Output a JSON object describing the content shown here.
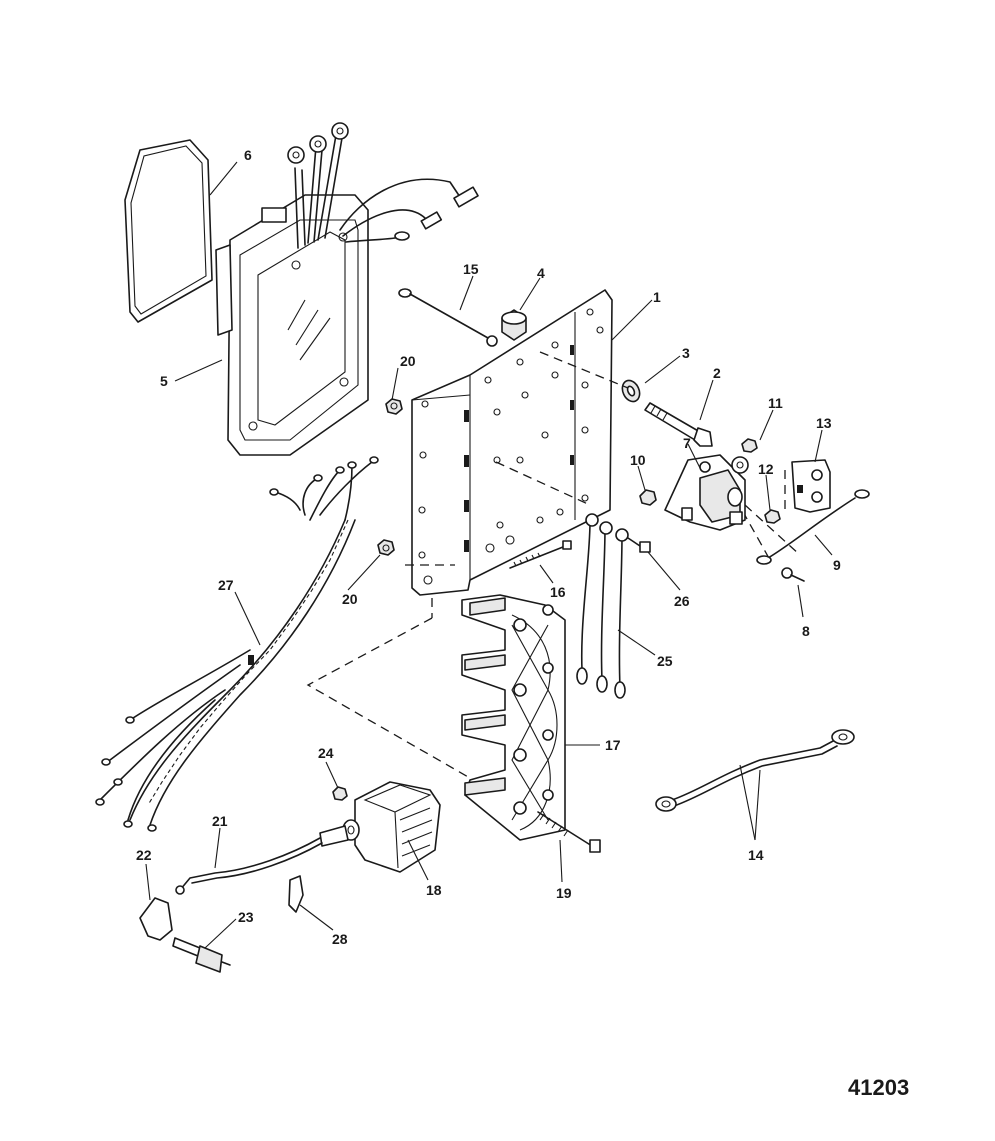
{
  "diagram": {
    "drawing_number": "41203",
    "callouts": [
      {
        "id": "c1",
        "label": "1"
      },
      {
        "id": "c2",
        "label": "2"
      },
      {
        "id": "c3",
        "label": "3"
      },
      {
        "id": "c4",
        "label": "4"
      },
      {
        "id": "c5",
        "label": "5"
      },
      {
        "id": "c6",
        "label": "6"
      },
      {
        "id": "c7",
        "label": "7"
      },
      {
        "id": "c8",
        "label": "8"
      },
      {
        "id": "c9",
        "label": "9"
      },
      {
        "id": "c10",
        "label": "10"
      },
      {
        "id": "c11",
        "label": "11"
      },
      {
        "id": "c12",
        "label": "12"
      },
      {
        "id": "c13",
        "label": "13"
      },
      {
        "id": "c14",
        "label": "14"
      },
      {
        "id": "c15",
        "label": "15"
      },
      {
        "id": "c16",
        "label": "16"
      },
      {
        "id": "c17",
        "label": "17"
      },
      {
        "id": "c18",
        "label": "18"
      },
      {
        "id": "c19",
        "label": "19"
      },
      {
        "id": "c20a",
        "label": "20"
      },
      {
        "id": "c20b",
        "label": "20"
      },
      {
        "id": "c21",
        "label": "21"
      },
      {
        "id": "c22",
        "label": "22"
      },
      {
        "id": "c23",
        "label": "23"
      },
      {
        "id": "c24",
        "label": "24"
      },
      {
        "id": "c25",
        "label": "25"
      },
      {
        "id": "c26",
        "label": "26"
      },
      {
        "id": "c27",
        "label": "27"
      },
      {
        "id": "c28",
        "label": "28"
      }
    ]
  }
}
